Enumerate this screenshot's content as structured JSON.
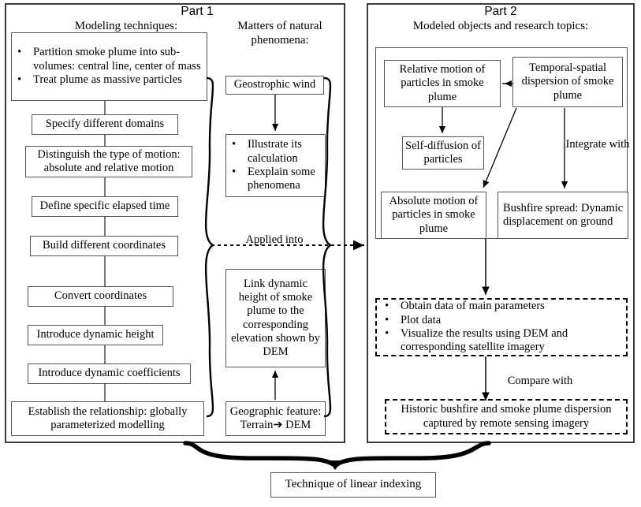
{
  "diagram": {
    "title_part1": "Part 1",
    "title_part2": "Part 2",
    "subtitle_part1": "Modeling techniques:",
    "subtitle_part1b": "Matters of natural phenomena:",
    "subtitle_part2": "Modeled objects and research topics:"
  },
  "part1": {
    "techniques_box": {
      "bullets": [
        "Partition smoke plume into sub-volumes: central line, center of mass",
        "Treat plume as massive particles"
      ]
    },
    "steps": [
      "Specify different domains",
      "Distinguish the type of motion: absolute and relative motion",
      "Define specific elapsed time",
      "Build different coordinates",
      "Convert coordinates",
      "Introduce dynamic height",
      "Introduce dynamic coefficients",
      "Establish the relationship: globally parameterized modelling"
    ]
  },
  "phenomena": {
    "geostrophic_wind": "Geostrophic wind",
    "wind_bullets": [
      "Illustrate its calculation",
      "Eexplain some phenomena"
    ],
    "applied_into": "Applied into",
    "link_dynamic": "Link dynamic height of smoke plume to the corresponding elevation shown by DEM",
    "geographic_feature": "Geographic feature: Terrain➔ DEM"
  },
  "part2": {
    "relative_motion": "Relative motion of particles in smoke plume",
    "temporal_spatial": "Temporal-spatial dispersion of smoke plume",
    "self_diffusion": "Self-diffusion of particles",
    "absolute_motion": "Absolute motion of particles in smoke plume",
    "bushfire_spread": "Bushfire spread: Dynamic displacement on ground",
    "integrate_with": "Integrate with",
    "results_bullets": [
      "Obtain data of main parameters",
      "Plot data",
      "Visualize the results using DEM and corresponding satellite imagery"
    ],
    "compare_with": "Compare with",
    "historic": "Historic bushfire and smoke plume dispersion captured by remote sensing  imagery"
  },
  "footer": {
    "technique_box": "Technique of linear indexing"
  },
  "colors": {
    "frame": "#3c3c3c",
    "box_border": "#555555",
    "line": "#000000",
    "background": "#ffffff"
  }
}
